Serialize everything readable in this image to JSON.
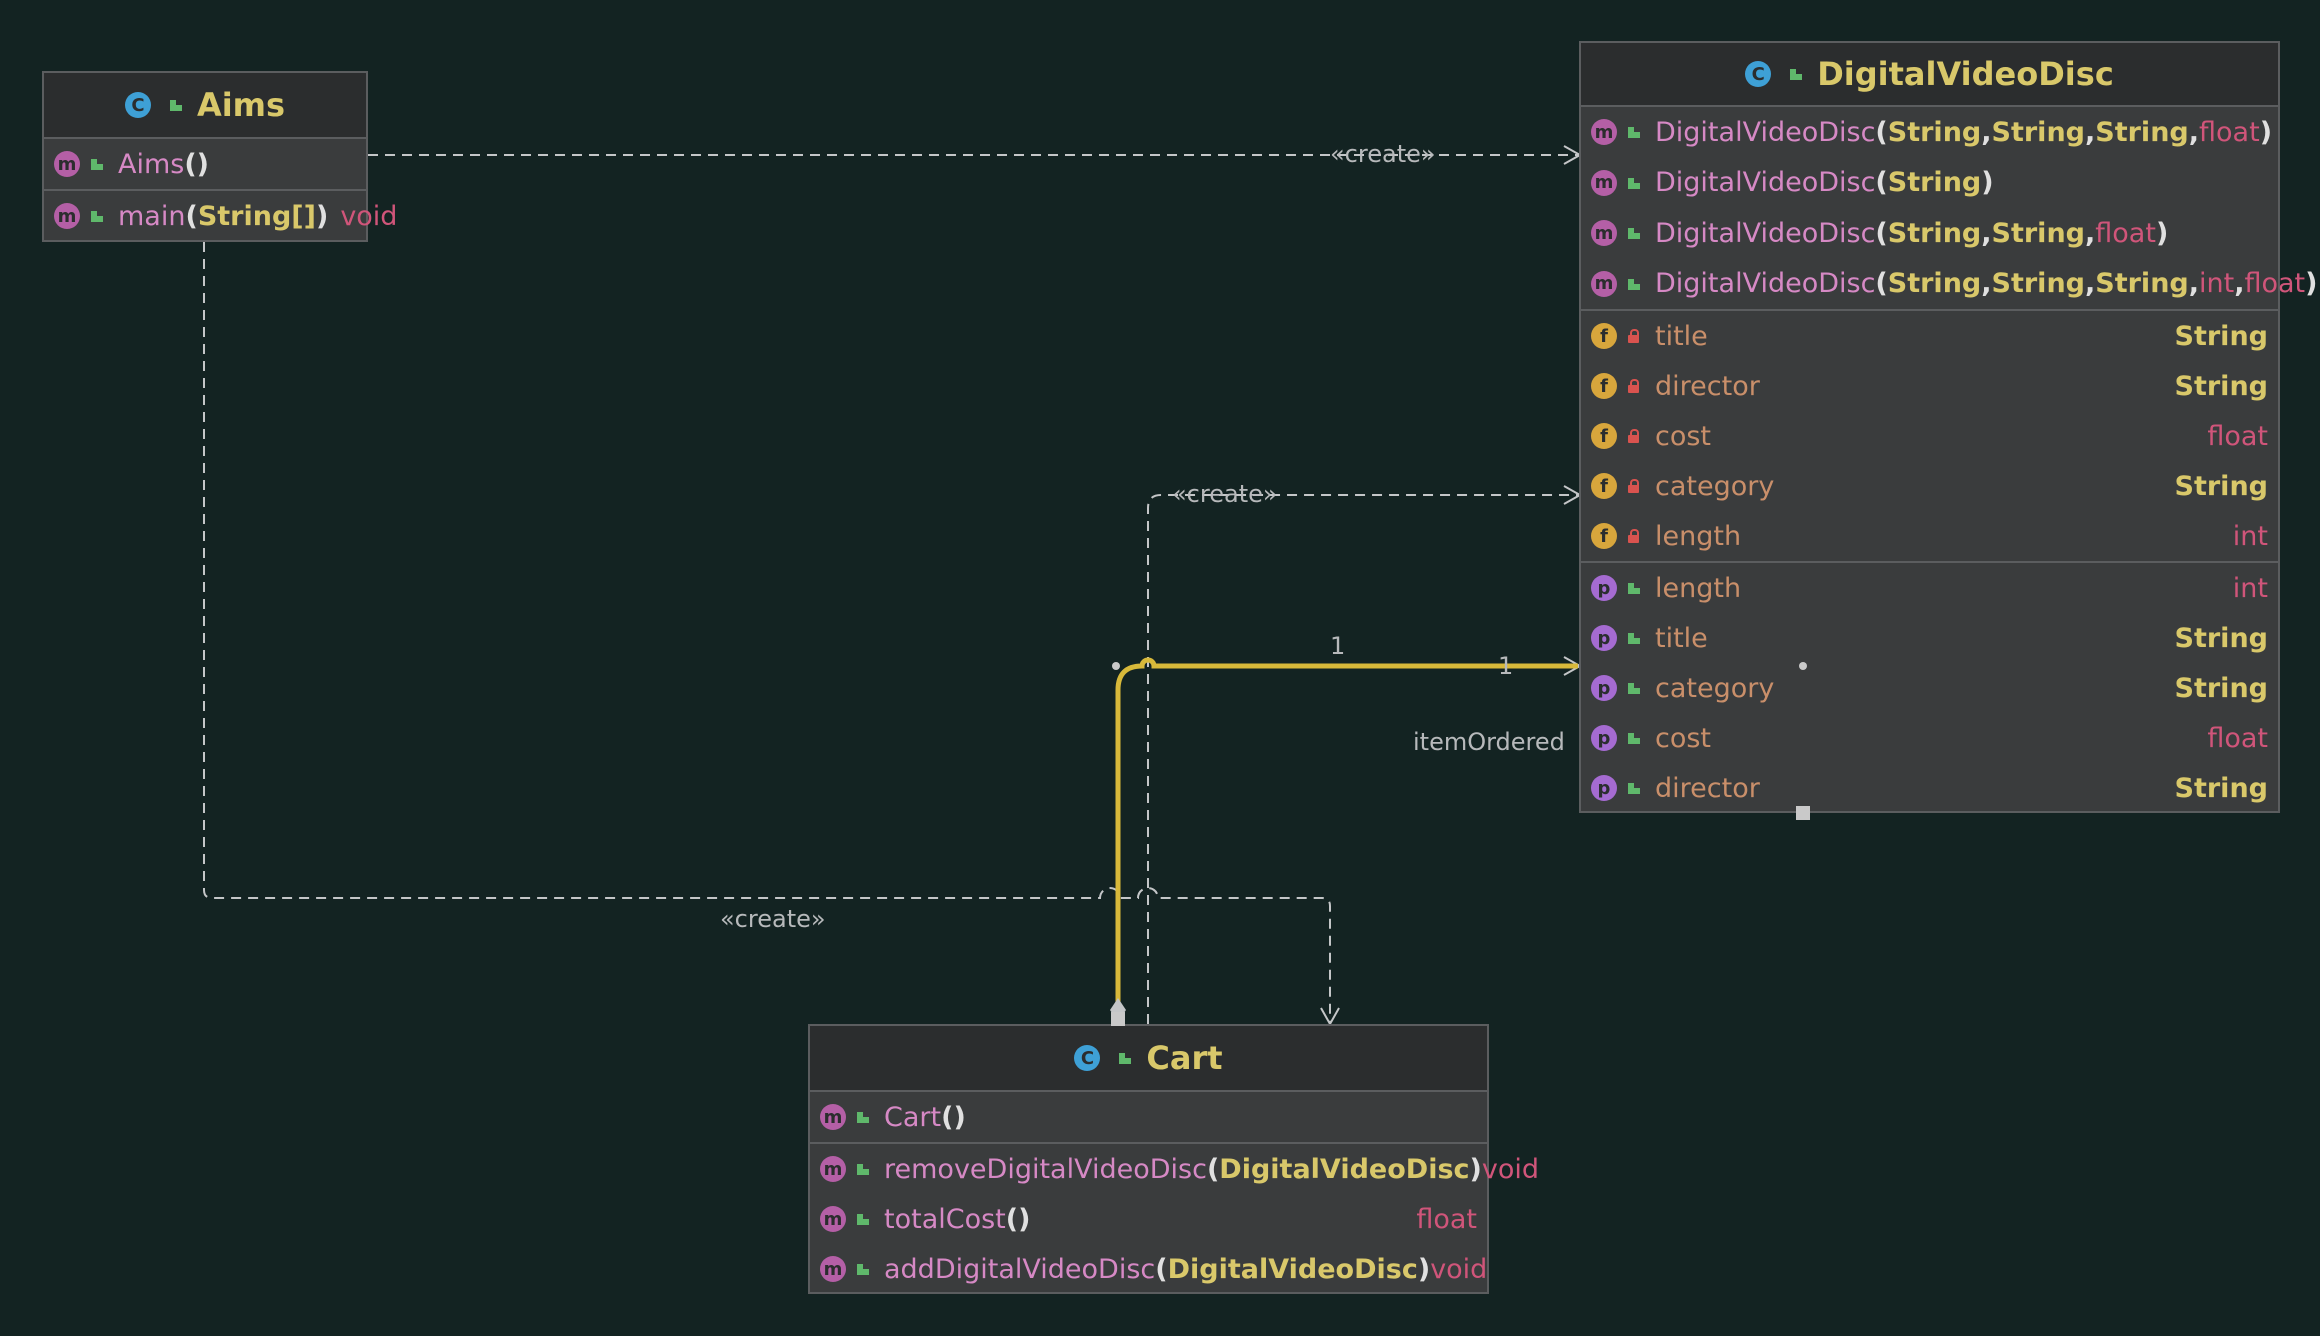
{
  "colors": {
    "background": "#132322",
    "box": "#3a3c3d",
    "header": "#2b2d2e",
    "class_name": "#d9c86a",
    "method": "#d689c5",
    "field": "#c98f6a",
    "primitive": "#d0557a",
    "association": "#d8b93a",
    "dependency": "#c4c6c8"
  },
  "classes": {
    "aims": {
      "name": "Aims",
      "kind_icon": "C",
      "methods": [
        {
          "name": "Aims",
          "params": [],
          "returns": ""
        },
        {
          "name": "main",
          "params": [
            {
              "text": "String[]",
              "primitive": false
            }
          ],
          "returns": "void",
          "static": true
        }
      ]
    },
    "dvd": {
      "name": "DigitalVideoDisc",
      "kind_icon": "C",
      "constructors": [
        {
          "name": "DigitalVideoDisc",
          "params": [
            {
              "text": "String",
              "primitive": false
            },
            {
              "text": "String",
              "primitive": false
            },
            {
              "text": "String",
              "primitive": false
            },
            {
              "text": "float",
              "primitive": true
            }
          ]
        },
        {
          "name": "DigitalVideoDisc",
          "params": [
            {
              "text": "String",
              "primitive": false
            }
          ]
        },
        {
          "name": "DigitalVideoDisc",
          "params": [
            {
              "text": "String",
              "primitive": false
            },
            {
              "text": "String",
              "primitive": false
            },
            {
              "text": "float",
              "primitive": true
            }
          ]
        },
        {
          "name": "DigitalVideoDisc",
          "params": [
            {
              "text": "String",
              "primitive": false
            },
            {
              "text": "String",
              "primitive": false
            },
            {
              "text": "String",
              "primitive": false
            },
            {
              "text": "int",
              "primitive": true
            },
            {
              "text": "float",
              "primitive": true
            }
          ]
        }
      ],
      "fields": [
        {
          "name": "title",
          "type": "String",
          "primitive": false
        },
        {
          "name": "director",
          "type": "String",
          "primitive": false
        },
        {
          "name": "cost",
          "type": "float",
          "primitive": true
        },
        {
          "name": "category",
          "type": "String",
          "primitive": false
        },
        {
          "name": "length",
          "type": "int",
          "primitive": true
        }
      ],
      "properties": [
        {
          "name": "length",
          "type": "int",
          "primitive": true
        },
        {
          "name": "title",
          "type": "String",
          "primitive": false
        },
        {
          "name": "category",
          "type": "String",
          "primitive": false
        },
        {
          "name": "cost",
          "type": "float",
          "primitive": true
        },
        {
          "name": "director",
          "type": "String",
          "primitive": false
        }
      ]
    },
    "cart": {
      "name": "Cart",
      "kind_icon": "C",
      "constructors": [
        {
          "name": "Cart",
          "params": [],
          "returns": ""
        }
      ],
      "methods": [
        {
          "name": "removeDigitalVideoDisc",
          "params": [
            {
              "text": "DigitalVideoDisc",
              "primitive": false
            }
          ],
          "returns": "void"
        },
        {
          "name": "totalCost",
          "params": [],
          "returns": "float"
        },
        {
          "name": "addDigitalVideoDisc",
          "params": [
            {
              "text": "DigitalVideoDisc",
              "primitive": false
            }
          ],
          "returns": "void"
        }
      ]
    }
  },
  "edge_labels": {
    "aims_dvd": "«create»",
    "cart_dvd": "«create»",
    "aims_cart": "«create»",
    "mult_source": "1",
    "mult_target": "1",
    "role": "itemOrdered"
  }
}
